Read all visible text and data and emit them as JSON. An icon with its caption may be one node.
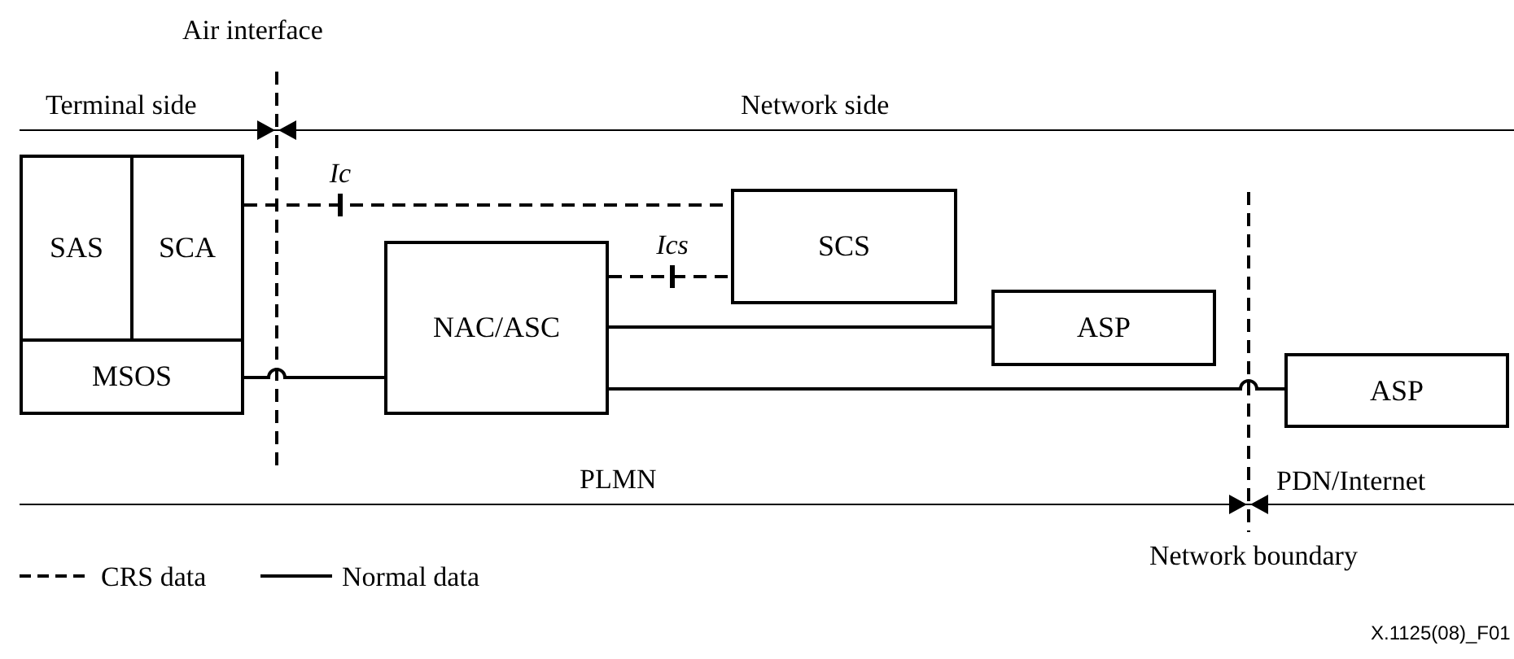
{
  "diagram": {
    "nodes": [
      {
        "text": [
          "SAS"
        ]
      },
      {
        "text": [
          "SCA"
        ]
      },
      {
        "text": [
          "MSOS"
        ]
      },
      {
        "text": [
          "NAC/ASC"
        ]
      },
      {
        "text": [
          "SCS"
        ]
      },
      {
        "text": [
          "ASP"
        ]
      },
      {
        "text": [
          "ASP"
        ]
      }
    ],
    "edges": [
      {
        "from": 1,
        "to": 4,
        "arrow": "none",
        "label": "Ic",
        "style": "dashed"
      },
      {
        "from": 3,
        "to": 4,
        "arrow": "none",
        "label": "Ics",
        "style": "dashed"
      },
      {
        "from": 3,
        "to": 5,
        "arrow": "none"
      },
      {
        "from": 2,
        "to": 3,
        "arrow": "none"
      },
      {
        "from": 3,
        "to": 6,
        "arrow": "none"
      }
    ],
    "labels": [
      "Air interface",
      "Terminal side",
      "Network side",
      "PLMN",
      "PDN/Internet",
      "Network boundary",
      "X.1125(08)_F01"
    ],
    "legend": [
      {
        "text": "CRS data"
      },
      {
        "text": "Normal data"
      }
    ]
  }
}
